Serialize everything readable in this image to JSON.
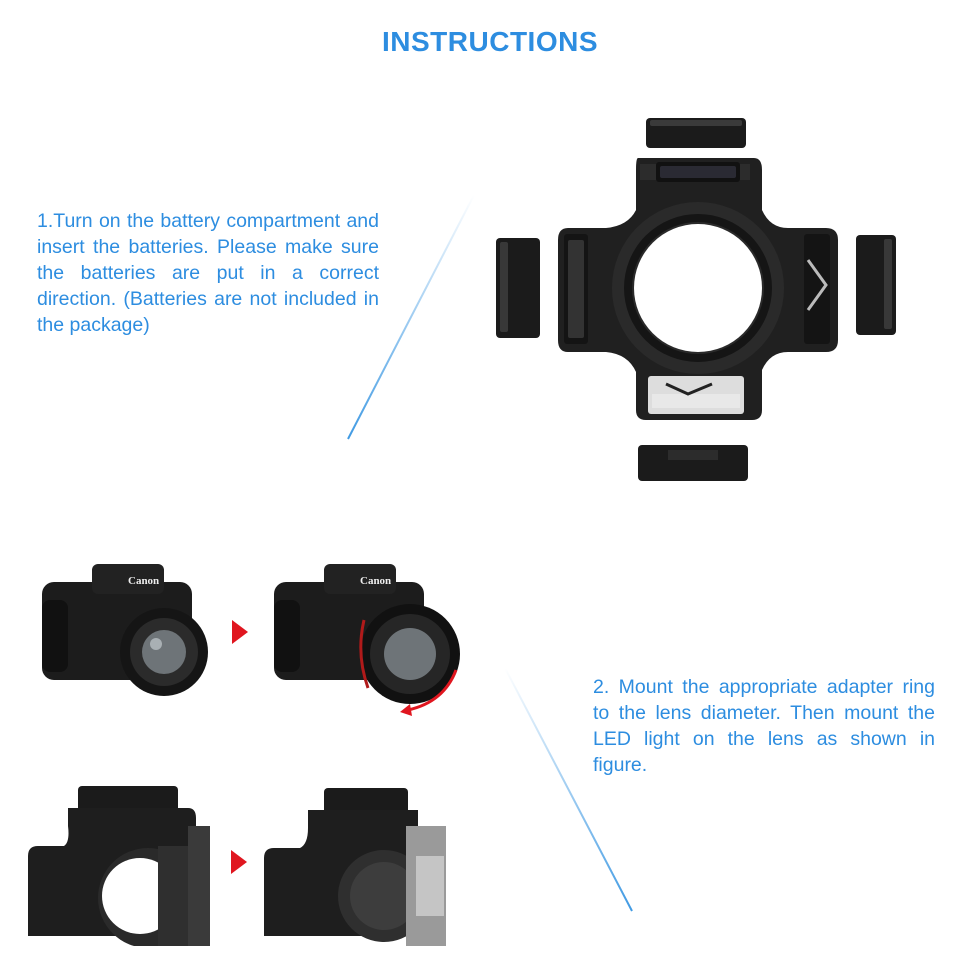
{
  "title": "INSTRUCTIONS",
  "colors": {
    "accent": "#2b8fe0",
    "text_blue": "#2d8de0",
    "arrow_red": "#e0161f",
    "device_dark": "#1e1e1e"
  },
  "steps": [
    {
      "text": "1.Turn on the battery compartment and insert the batteries. Please make sure the batteries are put in a correct direction. (Batteries are not included in the package)"
    },
    {
      "text": "2. Mount the appropriate adapter ring to the lens diameter. Then mount the LED light on the lens as shown in figure."
    }
  ],
  "camera": {
    "brand": "Canon"
  },
  "icons": [
    "arrow-right-icon",
    "rotate-arrow-icon"
  ]
}
